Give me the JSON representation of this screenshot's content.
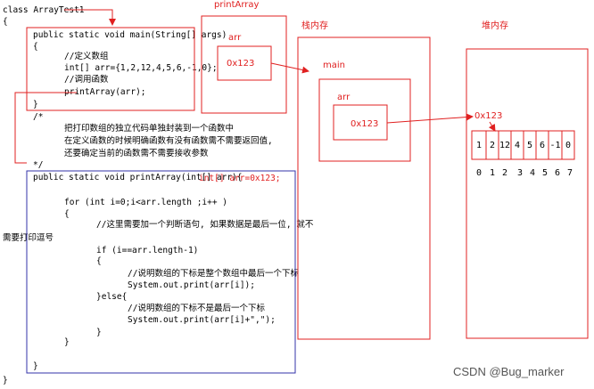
{
  "code": {
    "class_decl": "class ArrayTest1",
    "open_brace": "{",
    "main_sig": "public static void main(String[] args)",
    "main_open": "{",
    "comment_define": "//定义数组",
    "arr_decl": "int[] arr={1,2,12,4,5,6,-1,0};",
    "comment_call": "//调用函数",
    "call": "printArray(arr);",
    "main_close": "}",
    "block_comment_start": "/*",
    "note1": "把打印数组的独立代码单独封装到一个函数中",
    "note2": "在定义函数的时候明确函数有没有函数需不需要返回值,",
    "note3": "还要确定当前的函数需不需要接收参数",
    "block_comment_end": "*/",
    "print_sig": "public static void printArray(int[] arr){",
    "param_note": "int[] arr=0x123;",
    "for_line": "for (int i=0;i<arr.length ;i++ )",
    "for_open": "{",
    "comment_last_a": "//这里需要加一个判断语句, 如果数据是最后一位, 就不",
    "comment_last_b": "需要打印逗号",
    "if_line": "if (i==arr.length-1)",
    "if_open": "{",
    "comment_if": "//说明数组的下标是整个数组中最后一个下标",
    "print_last": "System.out.print(arr[i]);",
    "else_line": "}else{",
    "comment_else": "//说明数组的下标不是最后一个下标",
    "print_comma": "System.out.print(arr[i]+\",\");",
    "if_close": "}",
    "for_close": "}",
    "method_close": "}",
    "class_close": "}"
  },
  "memory": {
    "print_frame_title": "printArray",
    "stack_title": "栈内存",
    "heap_title": "堆内存",
    "print_arr_label": "arr",
    "print_arr_value": "0x123",
    "main_label": "main",
    "main_arr_label": "arr",
    "main_arr_value": "0x123",
    "heap_address": "0x123",
    "array_values": [
      "1",
      "2",
      "12",
      "4",
      "5",
      "6",
      "-1",
      "0"
    ],
    "array_indices": [
      "0",
      "1",
      "2",
      "3",
      "4",
      "5",
      "6",
      "7"
    ]
  },
  "watermark": "CSDN @Bug_marker",
  "colors": {
    "red": "#e02020",
    "blue": "#3333aa"
  }
}
